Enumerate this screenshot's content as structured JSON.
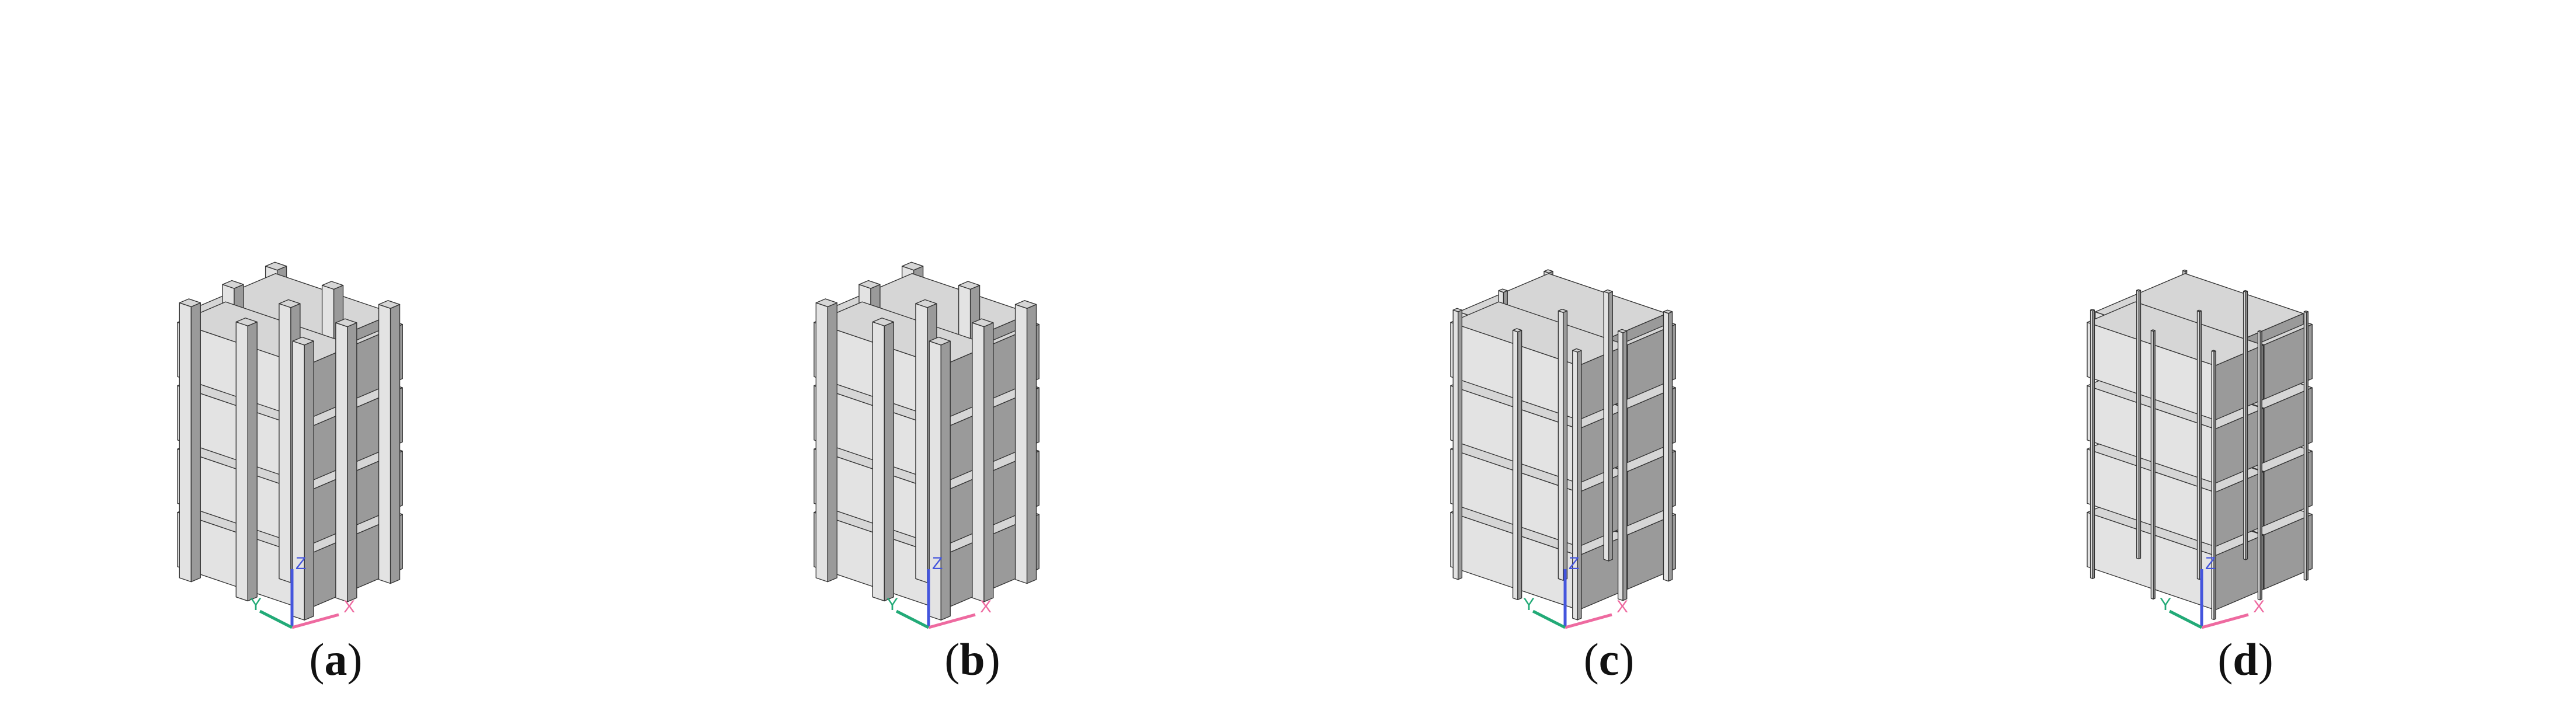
{
  "colors": {
    "top": "#d6d6d6",
    "side": "#e3e3e3",
    "front": "#9a9a9a",
    "edge": "#333333",
    "axis_x": "#ee6aa0",
    "axis_y": "#22aa77",
    "axis_z": "#4455dd"
  },
  "axis_labels": {
    "x": "X",
    "y": "Y",
    "z": "Z"
  },
  "panels": [
    {
      "id": "a",
      "caption": "a",
      "variant": "large-blocks"
    },
    {
      "id": "b",
      "caption": "b",
      "variant": "large-blocks"
    },
    {
      "id": "c",
      "caption": "c",
      "variant": "small-posts"
    },
    {
      "id": "d",
      "caption": "d",
      "variant": "thin-posts"
    }
  ]
}
